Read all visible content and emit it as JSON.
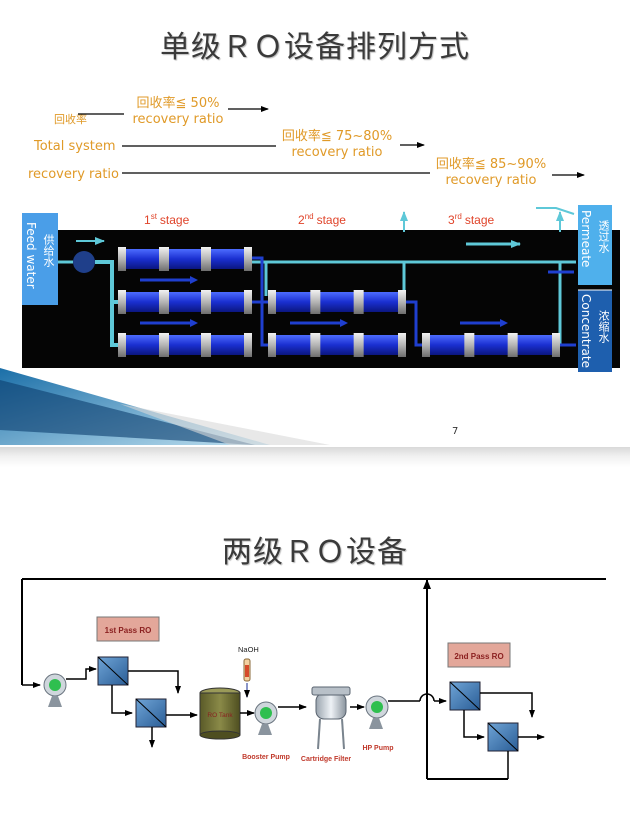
{
  "slide1": {
    "title": "单级ＲＯ设备排列方式",
    "label_recovery_cn": "回收率",
    "label_total_system": "Total system",
    "label_recovery_ratio": "recovery ratio",
    "ratio1_cn": "回收率≦ 50%",
    "ratio1_en": "recovery ratio",
    "ratio2_cn": "回收率≦ 75~80%",
    "ratio2_en": "recovery ratio",
    "ratio3_cn": "回收率≦ 85~90%",
    "ratio3_en": "recovery ratio",
    "stages": [
      {
        "num": "1",
        "sup": "st",
        "word": "stage"
      },
      {
        "num": "2",
        "sup": "nd",
        "word": "stage"
      },
      {
        "num": "3",
        "sup": "rd",
        "word": "stage"
      }
    ],
    "feed_cn": "供给水",
    "feed_en": "Feed water",
    "permeate_cn": "透过水",
    "permeate_en": "Permeate",
    "concentrate_cn": "浓缩水",
    "concentrate_en": "Concentrate",
    "page_number": "7"
  },
  "slide2": {
    "title": "两级ＲＯ设备",
    "pass1": "1st Pass RO",
    "pass2": "2nd Pass RO",
    "naoh": "NaOH",
    "ro_tank": "RO Tank",
    "booster_pump": "Booster Pump",
    "cartridge_filter": "Cartridge Filter",
    "hp_pump": "HP Pump"
  },
  "colors": {
    "title_text": "#3a3a3a",
    "label_orange": "#e09a28",
    "stage_red": "#e0442a",
    "panel_bg": "#050505",
    "pipe_cyan": "#5ec8d8",
    "vessel_blue": "#1a2fd0",
    "side_blue_light": "#4a9ee8",
    "side_blue_dark": "#1e5fae",
    "ro_box": "#e3a79a",
    "pump_green": "#2fbf4f",
    "caption_red": "#c0392b"
  }
}
